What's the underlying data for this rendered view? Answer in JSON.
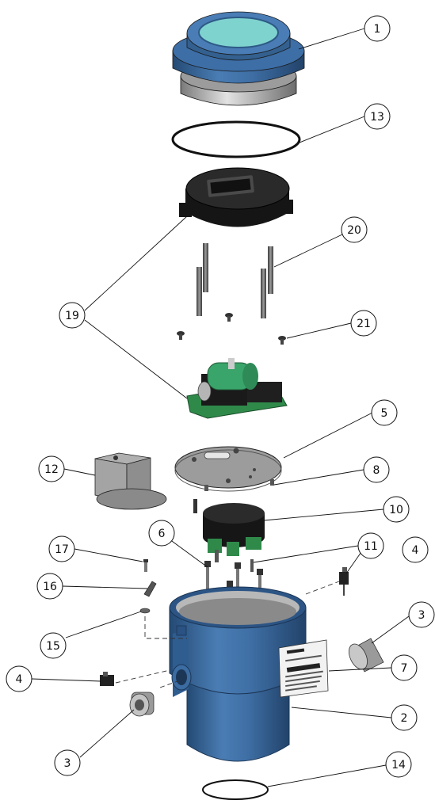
{
  "callouts": {
    "c1": "1",
    "c13": "13",
    "c20": "20",
    "c19": "19",
    "c21": "21",
    "c5": "5",
    "c12": "12",
    "c8": "8",
    "c10": "10",
    "c6": "6",
    "c17": "17",
    "c11": "11",
    "c4a": "4",
    "c16": "16",
    "c3a": "3",
    "c15": "15",
    "c7": "7",
    "c4b": "4",
    "c2": "2",
    "c3b": "3",
    "c14": "14"
  },
  "colors": {
    "housing_blue": "#3f6fa5",
    "housing_dark": "#24476f",
    "lens_teal": "#7fd3cf",
    "display_black": "#151515",
    "board_green": "#2f8a4a",
    "battery_green": "#3aa56a",
    "plate_gray": "#9c9c9c",
    "shield_gray": "#8e8e8e",
    "label_white": "#f2f2f2",
    "cap_silver": "#b5b5b5"
  }
}
